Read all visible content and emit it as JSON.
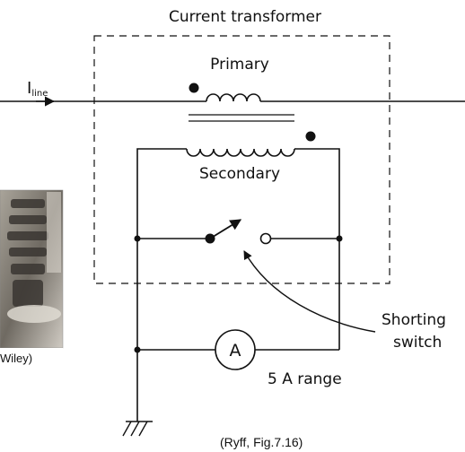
{
  "labels": {
    "title": "Current transformer",
    "line_current_main": "I",
    "line_current_sub": "line",
    "primary": "Primary",
    "secondary": "Secondary",
    "shorting_line1": "Shorting",
    "shorting_line2": "switch",
    "ammeter_symbol": "A",
    "range": "5 A range",
    "caption": "(Ryff, Fig.7.16)",
    "photo_credit": "Wiley)"
  }
}
